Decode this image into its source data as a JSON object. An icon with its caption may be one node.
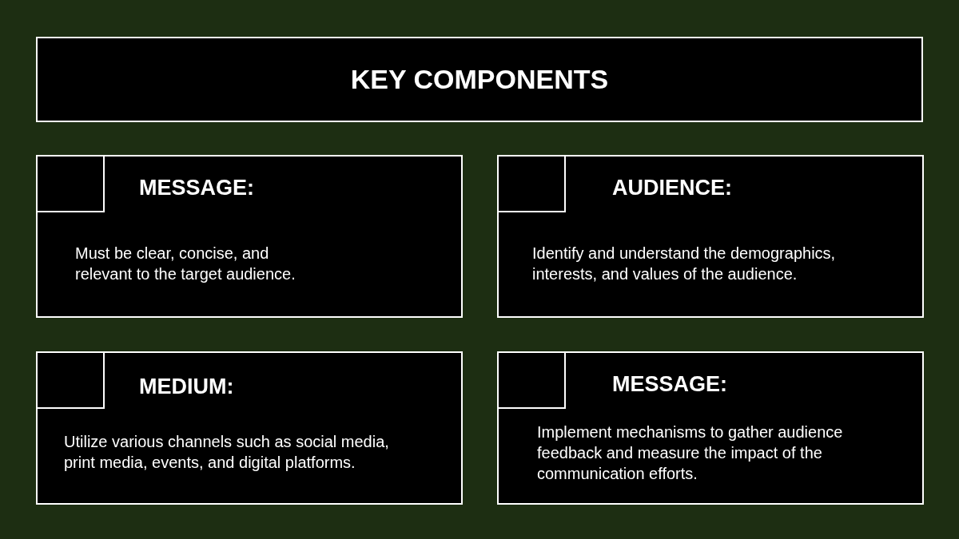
{
  "diagram": {
    "nodes": [
      {
        "text": [
          "KEY COMPONENTS"
        ]
      },
      {
        "text": [
          "MESSAGE:",
          "Must be clear, concise, and relevant to the target audience."
        ]
      },
      {
        "text": [],
        "shape": "box",
        "in": 1
      },
      {
        "text": [
          "AUDIENCE:",
          "Identify and understand the demographics, interests, and values of the audience."
        ]
      },
      {
        "text": [],
        "shape": "box",
        "in": 3
      },
      {
        "text": [
          "MEDIUM:",
          "Utilize various channels such as social media, print media, events, and digital platforms."
        ]
      },
      {
        "text": [],
        "shape": "box",
        "in": 5
      },
      {
        "text": [
          "MESSAGE:",
          "Implement mechanisms to gather audience feedback and measure the impact of the communication efforts."
        ]
      },
      {
        "text": [],
        "shape": "box",
        "in": 7
      }
    ]
  }
}
